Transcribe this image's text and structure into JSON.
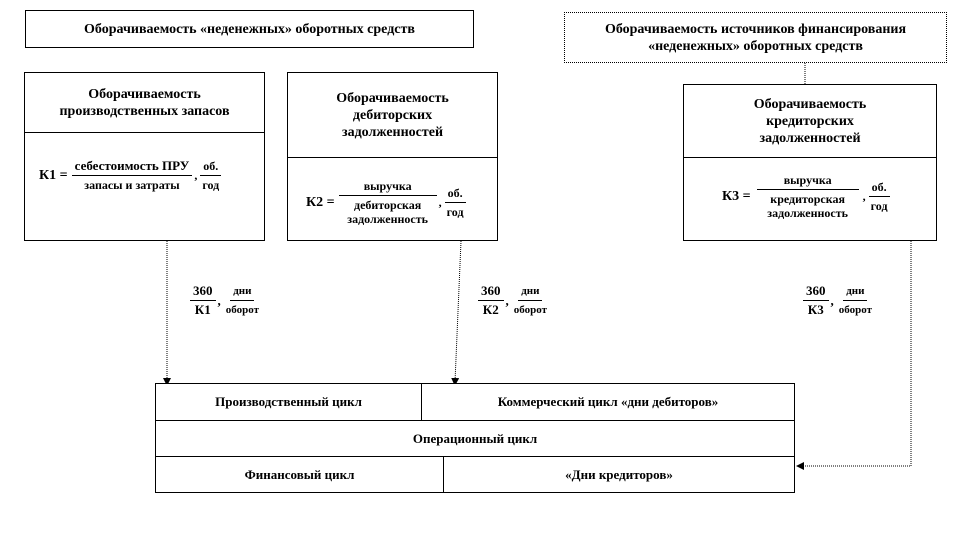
{
  "top_left_title": "Оборачиваемость «неденежных» оборотных средств",
  "top_right_title": "Оборачиваемость источников финансирования «неденежных» оборотных средств",
  "box1": {
    "title": "Оборачиваемость производственных запасов",
    "lhs": "К1 =",
    "num": "себестоимость ПРУ",
    "den": "запасы и затраты",
    "unit_num": "об.",
    "unit_den": "год"
  },
  "box2": {
    "title": "Оборачиваемость дебиторских задолженностей",
    "lhs": "К2 =",
    "num": "выручка",
    "den": "дебиторская задолженность",
    "unit_num": "об.",
    "unit_den": "год"
  },
  "box3": {
    "title": "Оборачиваемость кредиторских задолженностей",
    "lhs": "К3 =",
    "num": "выручка",
    "den": "кредиторская задолженность",
    "unit_num": "об.",
    "unit_den": "год"
  },
  "days1": {
    "num": "360",
    "den": "К1",
    "unit_num": "дни",
    "unit_den": "оборот"
  },
  "days2": {
    "num": "360",
    "den": "К2",
    "unit_num": "дни",
    "unit_den": "оборот"
  },
  "days3": {
    "num": "360",
    "den": "К3",
    "unit_num": "дни",
    "unit_den": "оборот"
  },
  "cycles": {
    "production": "Производственный цикл",
    "commercial": "Коммерческий цикл «дни дебиторов»",
    "operational": "Операционный цикл",
    "financial": "Финансовый цикл",
    "creditor_days": "«Дни кредиторов»"
  }
}
